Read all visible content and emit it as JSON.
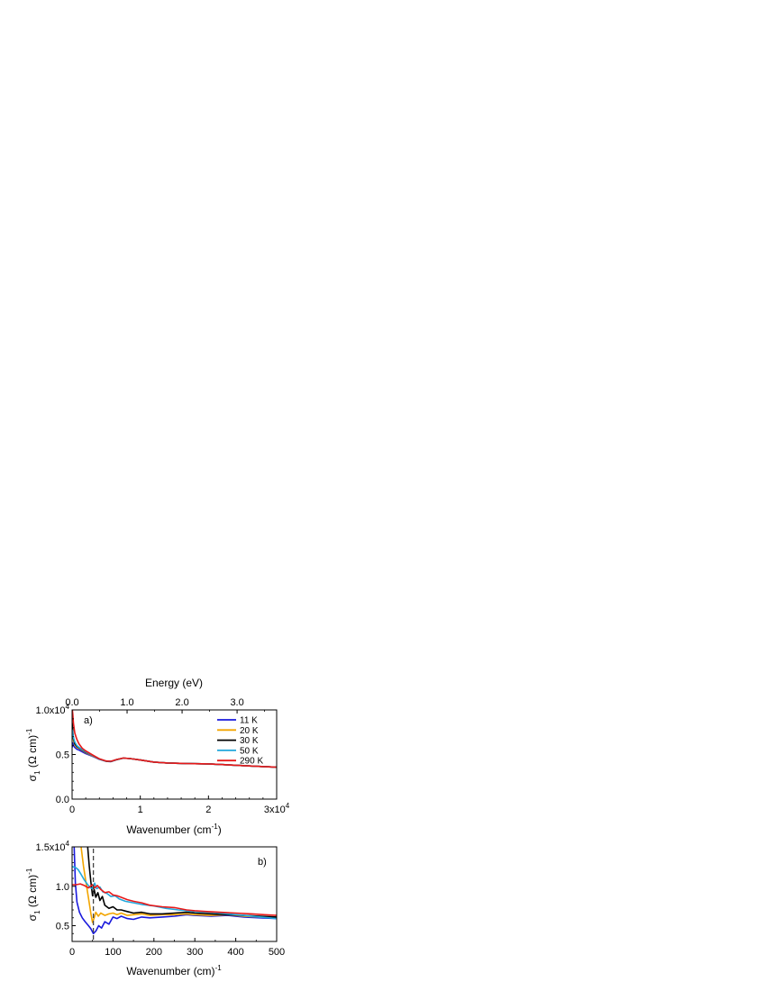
{
  "chart_data": [
    {
      "type": "line",
      "panel_label": "a)",
      "xlabel": "Wavenumber (cm",
      "xlabel_sup": "-1",
      "xlabel_end": ")",
      "ylabel_sigma": "σ",
      "ylabel_sub": "1",
      "ylabel_unit": " (Ω cm)",
      "ylabel_sup": "-1",
      "top_xlabel": "Energy (eV)",
      "xlim": [
        0,
        30000
      ],
      "ylim": [
        0,
        10000
      ],
      "x_ticks": [
        {
          "value": 0,
          "label": "0"
        },
        {
          "value": 10000,
          "label": "1"
        },
        {
          "value": 20000,
          "label": "2"
        },
        {
          "value": 30000,
          "label": "3x10",
          "sup": "4"
        }
      ],
      "y_ticks": [
        {
          "value": 0,
          "label": "0.0"
        },
        {
          "value": 5000,
          "label": "0.5"
        },
        {
          "value": 10000,
          "label": "1.0x10",
          "sup": "4"
        }
      ],
      "top_ticks": [
        {
          "value": 0.0,
          "label": "0.0"
        },
        {
          "value": 1.0,
          "label": "1.0"
        },
        {
          "value": 2.0,
          "label": "2.0"
        },
        {
          "value": 3.0,
          "label": "3.0"
        }
      ],
      "top_scale_cm_per_eV": 8065.5,
      "legend_position": "top-right",
      "series": [
        {
          "name": "11 K",
          "color": "#1a1adc",
          "x": [
            10,
            100,
            200,
            400,
            700,
            1000,
            1500,
            2000,
            3000,
            4000,
            5000,
            5700,
            6500,
            7500,
            8500,
            10000,
            12000,
            14000,
            17000,
            20000,
            24000,
            27000,
            30000
          ],
          "y": [
            5800,
            6300,
            6000,
            5800,
            5600,
            5500,
            5300,
            5100,
            4800,
            4450,
            4230,
            4200,
            4400,
            4600,
            4550,
            4380,
            4150,
            4050,
            3980,
            3950,
            3800,
            3680,
            3580
          ]
        },
        {
          "name": "20 K",
          "color": "#f2a500",
          "x": [
            10,
            100,
            200,
            400,
            700,
            1000,
            1500,
            2000,
            3000,
            4000,
            5000,
            5700,
            6500,
            7500,
            8500,
            10000,
            12000,
            14000,
            17000,
            20000,
            24000,
            27000,
            30000
          ],
          "y": [
            8000,
            7200,
            6600,
            6100,
            5800,
            5700,
            5450,
            5200,
            4850,
            4480,
            4240,
            4210,
            4410,
            4600,
            4550,
            4380,
            4150,
            4050,
            3980,
            3950,
            3800,
            3680,
            3580
          ]
        },
        {
          "name": "30 K",
          "color": "#000000",
          "x": [
            10,
            100,
            200,
            400,
            700,
            1000,
            1500,
            2000,
            3000,
            4000,
            5000,
            5700,
            6500,
            7500,
            8500,
            10000,
            12000,
            14000,
            17000,
            20000,
            24000,
            27000,
            30000
          ],
          "y": [
            8600,
            7500,
            6800,
            6200,
            5900,
            5750,
            5500,
            5250,
            4900,
            4500,
            4250,
            4220,
            4420,
            4600,
            4550,
            4380,
            4150,
            4050,
            3980,
            3950,
            3800,
            3680,
            3580
          ]
        },
        {
          "name": "50 K",
          "color": "#22a7dc",
          "x": [
            10,
            100,
            200,
            400,
            700,
            1000,
            1500,
            2000,
            3000,
            4000,
            5000,
            5700,
            6500,
            7500,
            8500,
            10000,
            12000,
            14000,
            17000,
            20000,
            24000,
            27000,
            30000
          ],
          "y": [
            7800,
            7300,
            6900,
            6400,
            6000,
            5800,
            5550,
            5300,
            4900,
            4500,
            4260,
            4230,
            4420,
            4600,
            4550,
            4380,
            4150,
            4050,
            3980,
            3950,
            3800,
            3680,
            3580
          ]
        },
        {
          "name": "290 K",
          "color": "#e81818",
          "x": [
            10,
            100,
            200,
            400,
            700,
            1000,
            1500,
            2000,
            3000,
            4000,
            5000,
            5700,
            6500,
            7500,
            8500,
            10000,
            12000,
            14000,
            17000,
            20000,
            24000,
            27000,
            30000
          ],
          "y": [
            10200,
            9500,
            8500,
            7400,
            6700,
            6200,
            5700,
            5400,
            4950,
            4520,
            4270,
            4240,
            4430,
            4610,
            4550,
            4380,
            4150,
            4050,
            3980,
            3950,
            3800,
            3680,
            3580
          ]
        }
      ]
    },
    {
      "type": "line",
      "panel_label": "b)",
      "xlabel": "Wavenumber (cm)",
      "xlabel_sup": "-1",
      "ylabel_sigma": "σ",
      "ylabel_sub": "1",
      "ylabel_unit": " (Ω cm)",
      "ylabel_sup": "-1",
      "xlim": [
        0,
        500
      ],
      "ylim": [
        3000,
        15000
      ],
      "x_ticks": [
        {
          "value": 0,
          "label": "0"
        },
        {
          "value": 100,
          "label": "100"
        },
        {
          "value": 200,
          "label": "200"
        },
        {
          "value": 300,
          "label": "300"
        },
        {
          "value": 400,
          "label": "400"
        },
        {
          "value": 500,
          "label": "500"
        }
      ],
      "y_ticks": [
        {
          "value": 5000,
          "label": "0.5"
        },
        {
          "value": 10000,
          "label": "1.0"
        },
        {
          "value": 15000,
          "label": "1.5x10",
          "sup": "4"
        }
      ],
      "vline_x": 52,
      "series": [
        {
          "name": "11 K",
          "color": "#1a1adc",
          "x": [
            5,
            8,
            12,
            18,
            25,
            32,
            40,
            46,
            52,
            58,
            65,
            72,
            80,
            90,
            100,
            110,
            120,
            135,
            150,
            170,
            190,
            220,
            250,
            280,
            300,
            340,
            380,
            420,
            460,
            500
          ],
          "y": [
            15000,
            10500,
            8000,
            6700,
            6000,
            5500,
            5000,
            4600,
            4000,
            4300,
            5000,
            4700,
            5500,
            5200,
            6100,
            5900,
            6200,
            5900,
            5800,
            6100,
            6000,
            6100,
            6200,
            6400,
            6300,
            6200,
            6300,
            6100,
            6000,
            5900
          ]
        },
        {
          "name": "20 K",
          "color": "#f2a500",
          "x": [
            22,
            28,
            34,
            40,
            46,
            50,
            54,
            58,
            64,
            70,
            80,
            90,
            100,
            110,
            120,
            135,
            150,
            170,
            190,
            220,
            250,
            280,
            300,
            340,
            380,
            420,
            460,
            500
          ],
          "y": [
            15000,
            12500,
            10500,
            8500,
            6500,
            5400,
            6000,
            6700,
            6200,
            6600,
            6300,
            6500,
            6600,
            6400,
            6600,
            6300,
            6400,
            6500,
            6300,
            6400,
            6400,
            6500,
            6400,
            6300,
            6400,
            6200,
            6100,
            6000
          ]
        },
        {
          "name": "30 K",
          "color": "#000000",
          "x": [
            38,
            42,
            46,
            50,
            54,
            58,
            63,
            68,
            74,
            80,
            90,
            100,
            110,
            120,
            135,
            150,
            170,
            190,
            220,
            250,
            280,
            300,
            340,
            380,
            420,
            460,
            500
          ],
          "y": [
            15000,
            12500,
            10500,
            8800,
            9600,
            8600,
            9200,
            8200,
            8700,
            7600,
            7200,
            7400,
            7000,
            7000,
            6800,
            6600,
            6700,
            6500,
            6500,
            6600,
            6700,
            6600,
            6500,
            6400,
            6300,
            6200,
            6100
          ]
        },
        {
          "name": "50 K",
          "color": "#22a7dc",
          "x": [
            0,
            8,
            15,
            22,
            30,
            38,
            45,
            50,
            55,
            60,
            68,
            75,
            85,
            95,
            105,
            115,
            130,
            150,
            170,
            200,
            230,
            260,
            300,
            340,
            380,
            420,
            460,
            500
          ],
          "y": [
            12500,
            12400,
            12100,
            11500,
            10800,
            10200,
            9800,
            9700,
            10400,
            9700,
            9900,
            9300,
            9100,
            8700,
            8800,
            8400,
            8100,
            7900,
            7700,
            7500,
            7200,
            7000,
            6800,
            6700,
            6500,
            6300,
            6100,
            5900
          ]
        },
        {
          "name": "290 K",
          "color": "#e81818",
          "x": [
            0,
            10,
            20,
            30,
            40,
            45,
            50,
            55,
            62,
            70,
            80,
            90,
            100,
            110,
            120,
            135,
            150,
            170,
            190,
            220,
            250,
            280,
            300,
            330,
            360,
            400,
            440,
            470,
            500
          ],
          "y": [
            10200,
            10200,
            10300,
            10100,
            9800,
            10000,
            10200,
            9800,
            10100,
            9600,
            9200,
            9300,
            8900,
            8800,
            8600,
            8300,
            8100,
            7900,
            7600,
            7400,
            7300,
            7000,
            6900,
            6800,
            6700,
            6600,
            6500,
            6400,
            6300
          ]
        }
      ]
    }
  ]
}
